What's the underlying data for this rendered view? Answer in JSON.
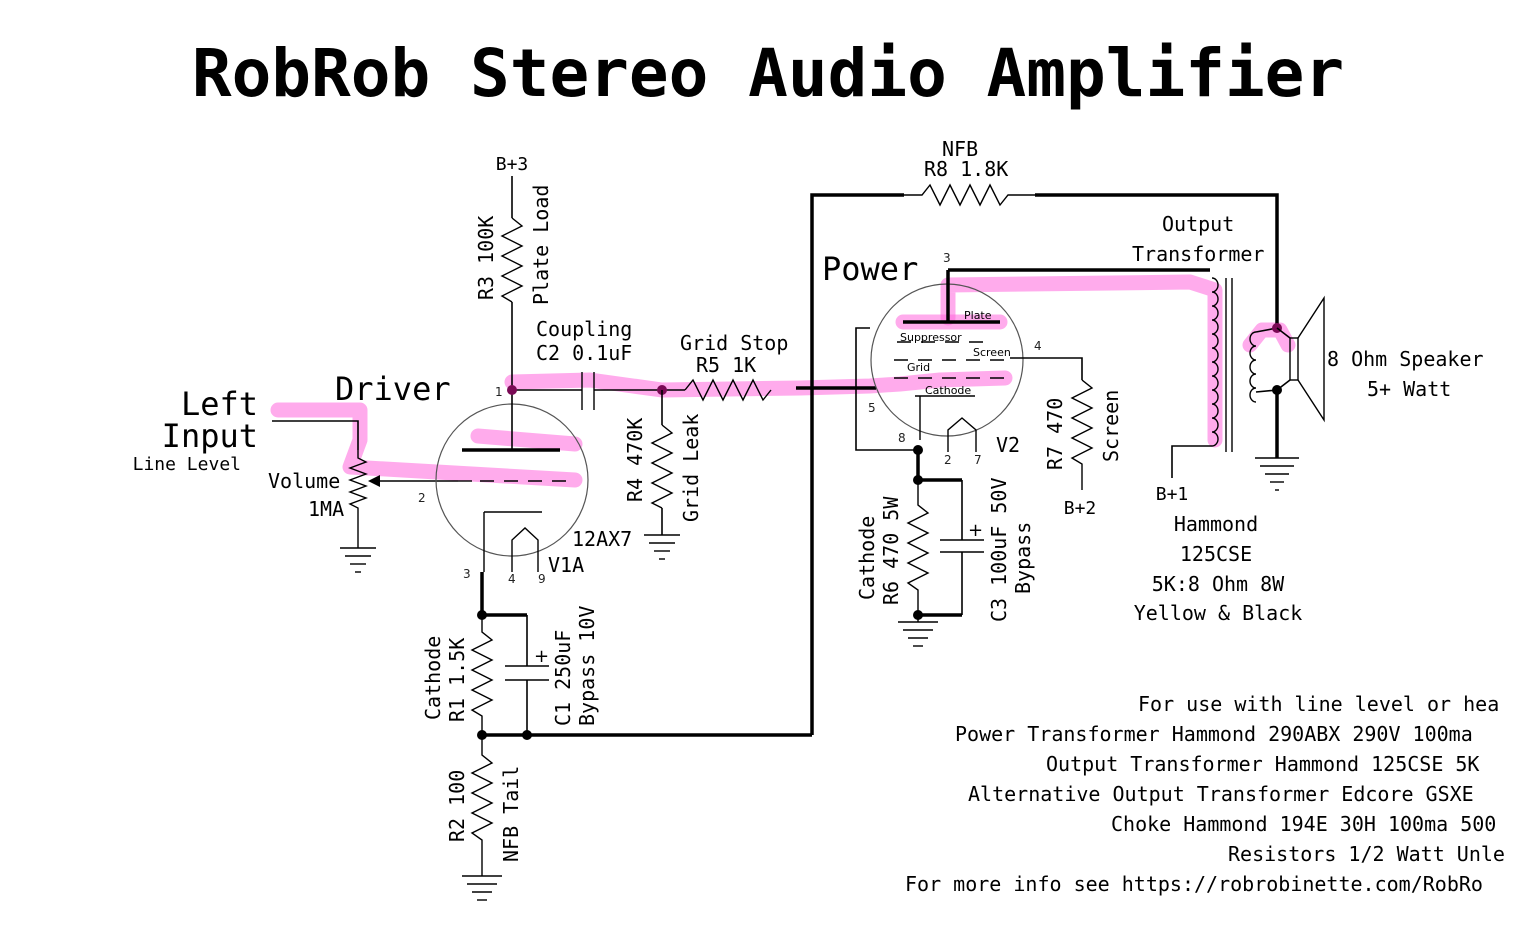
{
  "title": "RobRob Stereo Audio Amplifier",
  "input": {
    "line1": "Left",
    "line2": "Input",
    "sub": "Line Level"
  },
  "volume": {
    "label": "Volume",
    "value": "1MA"
  },
  "driver": {
    "label": "Driver",
    "tube": "12AX7",
    "designator": "V1A",
    "pins": {
      "plate": "1",
      "grid": "2",
      "cathode": "3",
      "heater_a": "4",
      "heater_b": "9"
    }
  },
  "power": {
    "label": "Power",
    "designator": "V2",
    "pins": {
      "plate": "3",
      "screen": "4",
      "grid": "5",
      "cathode": "8",
      "heater_a": "2",
      "heater_b": "7"
    },
    "element_labels": {
      "plate": "Plate",
      "suppressor": "Suppressor",
      "screen": "Screen",
      "grid": "Grid",
      "cathode": "Cathode"
    }
  },
  "components": {
    "r1": {
      "name": "R1 1.5K",
      "role": "Cathode"
    },
    "r2": {
      "name": "R2 100",
      "role": "NFB Tail"
    },
    "r3": {
      "name": "R3 100K",
      "role": "Plate Load"
    },
    "r4": {
      "name": "R4 470K",
      "role": "Grid Leak"
    },
    "r5": {
      "name": "R5  1K",
      "role": "Grid Stop"
    },
    "r6": {
      "name": "R6 470 5W",
      "role": "Cathode"
    },
    "r7": {
      "name": "R7 470",
      "role": "Screen"
    },
    "r8": {
      "name": "R8 1.8K",
      "role": "NFB"
    },
    "c1": {
      "name": "C1 250uF",
      "role": "Bypass 10V"
    },
    "c2": {
      "name": "C2 0.1uF",
      "role": "Coupling"
    },
    "c3": {
      "name": "C3 100uF 50V",
      "role": "Bypass"
    },
    "plus": "+"
  },
  "supplies": {
    "b1": "B+1",
    "b2": "B+2",
    "b3": "B+3"
  },
  "transformer": {
    "line1": "Output",
    "line2": "Transformer",
    "make": "Hammond",
    "model": "125CSE",
    "ratio": "5K:8 Ohm 8W",
    "wires": "Yellow & Black"
  },
  "speaker": {
    "line1": "8 Ohm Speaker",
    "line2": "5+ Watt"
  },
  "notes": [
    "For use with line level or hea",
    "Power Transformer Hammond 290ABX 290V 100ma",
    "Output Transformer Hammond 125CSE 5K",
    "Alternative Output Transformer Edcore GSXE",
    "Choke Hammond 194E 30H 100ma 500",
    "Resistors 1/2 Watt Unle",
    "For more info see https://robrobinette.com/RobRo"
  ],
  "colors": {
    "highlight": "#ff66dd",
    "ink": "#000000",
    "junction": "#7a0a55"
  }
}
